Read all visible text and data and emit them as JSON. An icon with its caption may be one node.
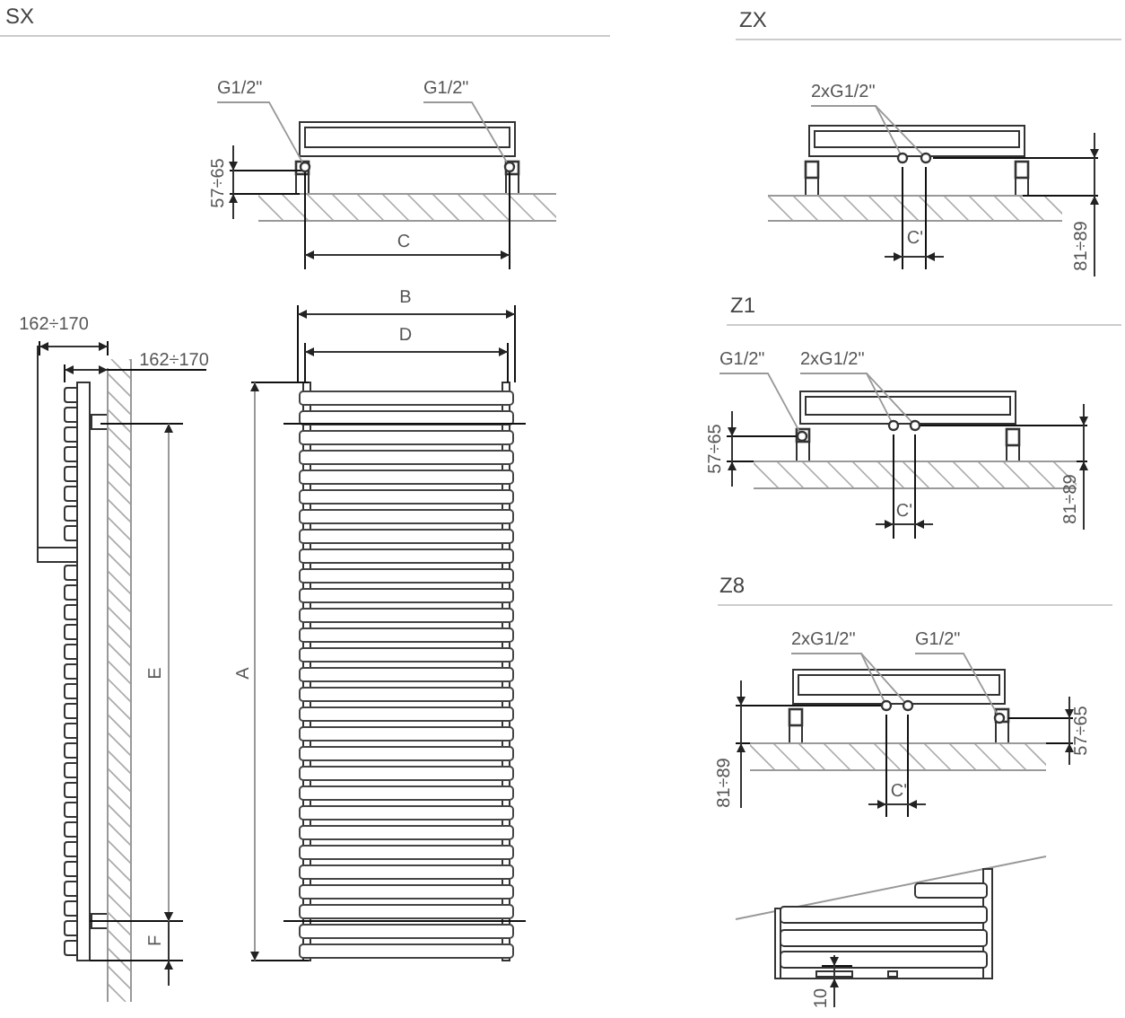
{
  "diagram": {
    "nodes": [
      {
        "text": [
          "G1/2\""
        ]
      },
      {
        "text": [
          "G1/2\""
        ]
      },
      {
        "text": [],
        "shape": "circle"
      },
      {
        "text": [],
        "shape": "circle"
      },
      {
        "text": [
          "2xG1/2\""
        ]
      },
      {
        "text": [],
        "shape": "circle"
      },
      {
        "text": [],
        "shape": "circle"
      },
      {
        "text": [
          "G1/2\""
        ]
      },
      {
        "text": [
          "2xG1/2\""
        ]
      },
      {
        "text": [],
        "shape": "circle"
      },
      {
        "text": [],
        "shape": "circle"
      },
      {
        "text": [],
        "shape": "circle"
      },
      {
        "text": [
          "2xG1/2\""
        ]
      },
      {
        "text": [
          "G1/2\""
        ]
      },
      {
        "text": [],
        "shape": "circle"
      },
      {
        "text": [],
        "shape": "circle"
      },
      {
        "text": [],
        "shape": "circle"
      }
    ],
    "edges": [
      {
        "from": 0,
        "to": 2,
        "arrow": "none"
      },
      {
        "from": 1,
        "to": 3,
        "arrow": "none"
      },
      {
        "from": 4,
        "to": 5,
        "arrow": "none"
      },
      {
        "from": 4,
        "to": 6,
        "arrow": "none"
      },
      {
        "from": 7,
        "to": 9,
        "arrow": "none"
      },
      {
        "from": 8,
        "to": 10,
        "arrow": "none"
      },
      {
        "from": 8,
        "to": 11,
        "arrow": "none"
      },
      {
        "from": 12,
        "to": 14,
        "arrow": "none"
      },
      {
        "from": 12,
        "to": 15,
        "arrow": "none"
      },
      {
        "from": 13,
        "to": 16,
        "arrow": "none"
      }
    ],
    "labels": [
      "SX",
      "ZX",
      "57÷65",
      "C",
      "C'",
      "81÷89",
      "Z1",
      "162÷170",
      "B",
      "D",
      "162÷170",
      "57÷65",
      "C'",
      "81÷89",
      "Z8",
      "57÷65",
      "81÷89",
      "C'",
      "A",
      "E",
      "F",
      "10"
    ]
  }
}
